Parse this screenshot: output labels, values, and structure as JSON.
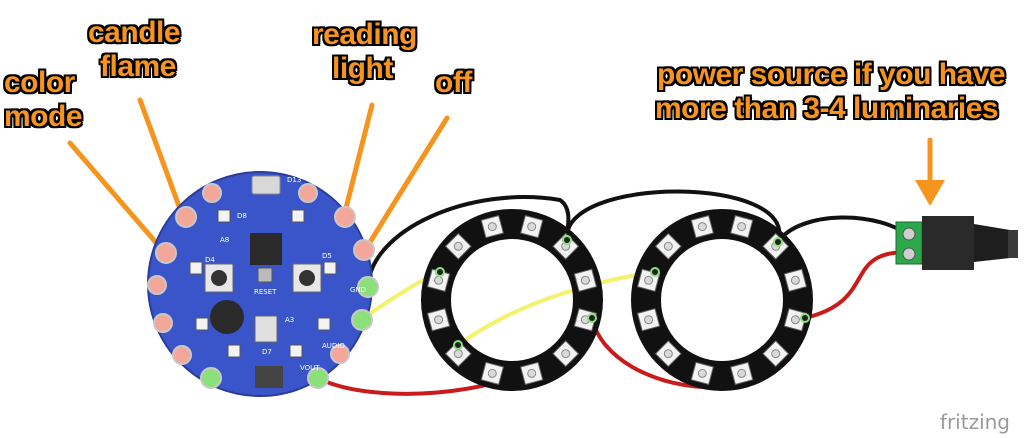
{
  "labels": {
    "color_mode": [
      "color",
      "mode"
    ],
    "candle_flame": [
      "candle",
      "flame"
    ],
    "reading_light": [
      "reading",
      "light"
    ],
    "off": "off",
    "power_source": [
      "power source if you have",
      "more than 3-4 luminaries"
    ]
  },
  "watermark": "fritzing",
  "board_text": {
    "reset": "RESET",
    "gnd": "GND",
    "vout": "VOUT",
    "audio": "AUDIO",
    "d13": "D13",
    "d4": "D4",
    "d5": "D5",
    "d7": "D7",
    "d8": "D8",
    "a8": "A8",
    "a3": "A3"
  },
  "colors": {
    "label_orange": "#f7941d",
    "board_blue": "#3a55c9",
    "wire_black": "#111111",
    "wire_yellow": "#f4f26a",
    "wire_red": "#c91b1b",
    "connector_green": "#2aa84a",
    "pad_pink": "#f2a79a",
    "pad_green": "#8be07a"
  }
}
